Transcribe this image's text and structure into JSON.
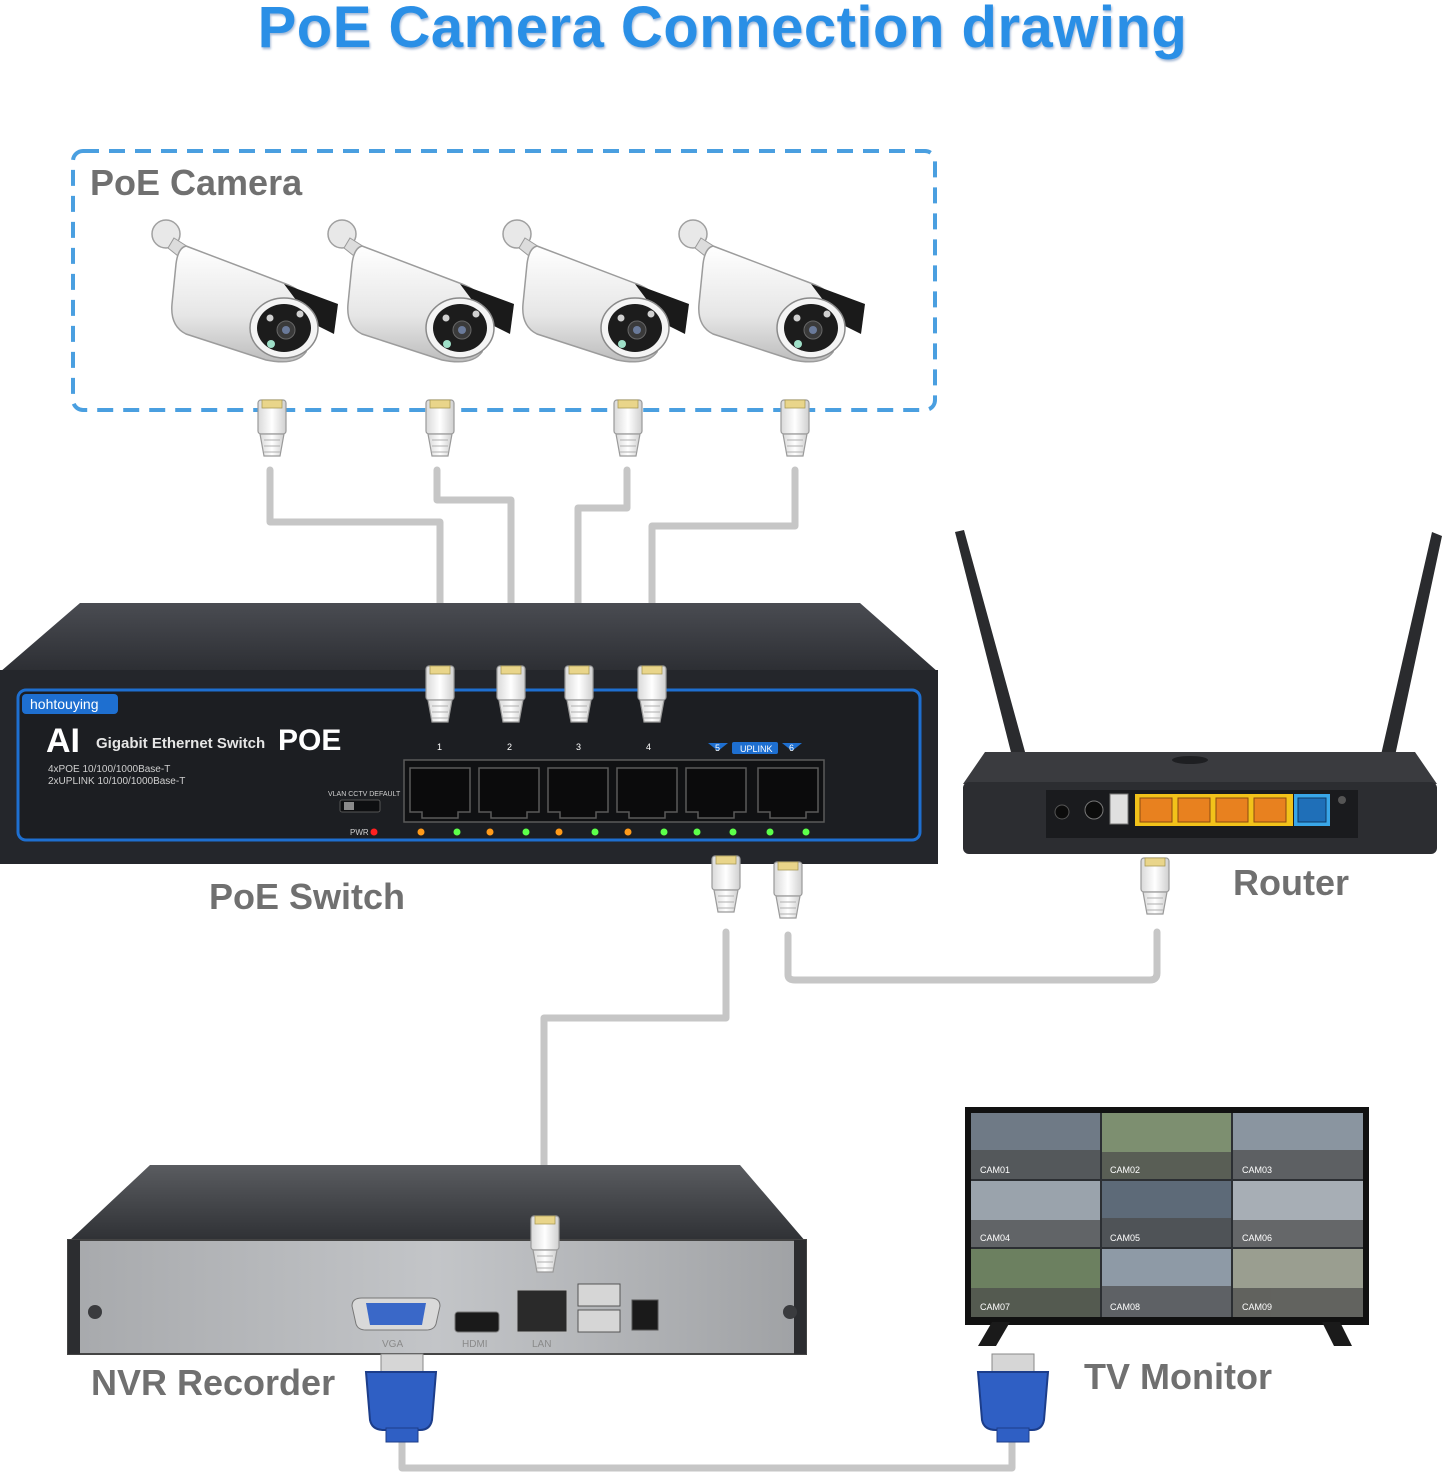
{
  "title": "PoE Camera Connection drawing",
  "labels": {
    "camera_group": "PoE Camera",
    "switch": "PoE Switch",
    "router": "Router",
    "nvr": "NVR Recorder",
    "tv": "TV Monitor"
  },
  "switch_panel": {
    "brand": "hohtouying",
    "ai": "AI",
    "product": "Gigabit Ethernet Switch",
    "poe": "POE",
    "spec1": "4xPOE 10/100/1000Base-T",
    "spec2": "2xUPLINK 10/100/1000Base-T",
    "mode_labels": "VLAN  CCTV  DEFAULT",
    "pwr": "PWR",
    "uplink": "UPLINK",
    "ports": [
      "1",
      "2",
      "3",
      "4",
      "5",
      "6"
    ]
  },
  "tv_tiles": [
    "CAM01",
    "CAM02",
    "CAM03",
    "CAM04",
    "CAM05",
    "CAM06",
    "CAM07",
    "CAM08",
    "CAM09"
  ],
  "nvr_ports": [
    "VGA",
    "HDMI",
    "LAN"
  ],
  "colors": {
    "title": "#2a8fe6",
    "dashed_box": "#4a9fe0",
    "label": "#707070",
    "switch_body": "#2b2d33",
    "switch_trim": "#1e6fd0",
    "cable": "#c8c8c8",
    "vga_blue": "#2f5fc4"
  }
}
